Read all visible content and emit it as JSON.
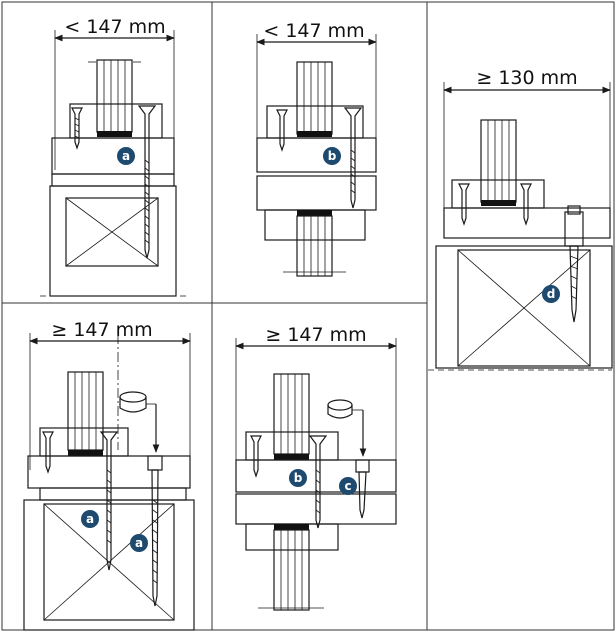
{
  "panels": [
    {
      "id": "top-left",
      "dimension": "< 147 mm",
      "badges": [
        "a"
      ]
    },
    {
      "id": "top-middle",
      "dimension": "< 147 mm",
      "badges": [
        "b"
      ]
    },
    {
      "id": "right",
      "dimension": "≥ 130 mm",
      "badges": [
        "d"
      ]
    },
    {
      "id": "bottom-left",
      "dimension": "≥ 147 mm",
      "badges": [
        "a",
        "a"
      ]
    },
    {
      "id": "bottom-middle",
      "dimension": "≥ 147 mm",
      "badges": [
        "b",
        "c"
      ]
    }
  ],
  "colors": {
    "badge": "#1d4a6e",
    "line": "#1a1a1a",
    "hatch": "#555555",
    "fill": "#dddddd",
    "gasket": "#111111"
  }
}
